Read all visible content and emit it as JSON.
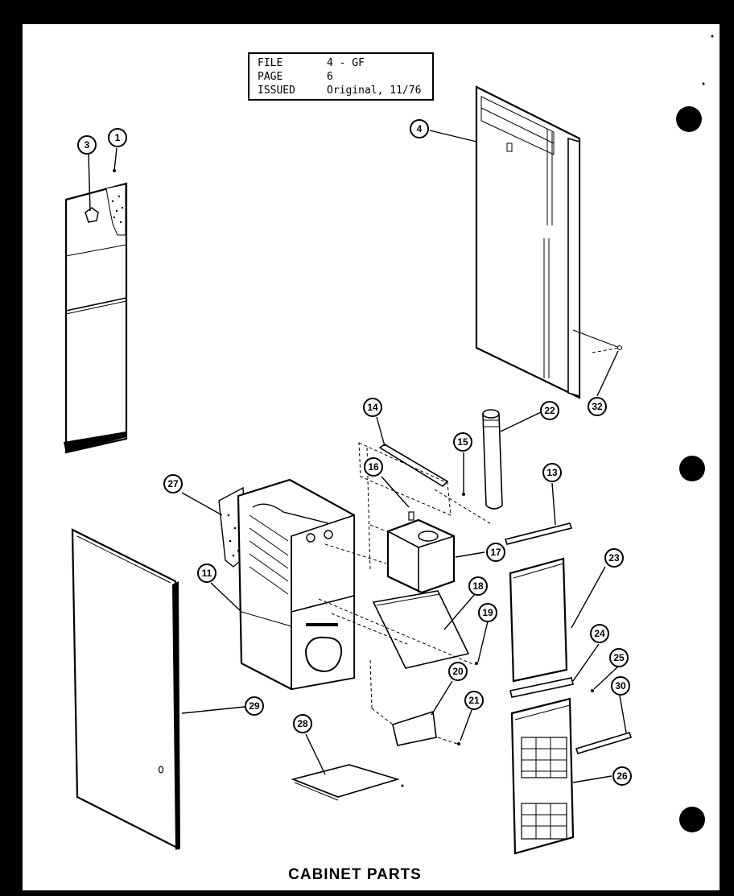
{
  "title_block": {
    "rows": [
      {
        "label": "FILE",
        "value": "4 - GF"
      },
      {
        "label": "PAGE",
        "value": "6"
      },
      {
        "label": "ISSUED",
        "value": "Original, 11/76"
      }
    ]
  },
  "caption": "CABINET PARTS",
  "callouts": [
    {
      "id": "c1",
      "text": "1"
    },
    {
      "id": "c3",
      "text": "3"
    },
    {
      "id": "c4",
      "text": "4"
    },
    {
      "id": "c32",
      "text": "32"
    },
    {
      "id": "c14",
      "text": "14"
    },
    {
      "id": "c22",
      "text": "22"
    },
    {
      "id": "c15",
      "text": "15"
    },
    {
      "id": "c16",
      "text": "16"
    },
    {
      "id": "c13",
      "text": "13"
    },
    {
      "id": "c27",
      "text": "27"
    },
    {
      "id": "c17",
      "text": "17"
    },
    {
      "id": "c11",
      "text": "11"
    },
    {
      "id": "c23",
      "text": "23"
    },
    {
      "id": "c18",
      "text": "18"
    },
    {
      "id": "c19",
      "text": "19"
    },
    {
      "id": "c24",
      "text": "24"
    },
    {
      "id": "c25",
      "text": "25"
    },
    {
      "id": "c20",
      "text": "20"
    },
    {
      "id": "c30",
      "text": "30"
    },
    {
      "id": "c29",
      "text": "29"
    },
    {
      "id": "c21",
      "text": "21"
    },
    {
      "id": "c28",
      "text": "28"
    },
    {
      "id": "c26",
      "text": "26"
    }
  ]
}
